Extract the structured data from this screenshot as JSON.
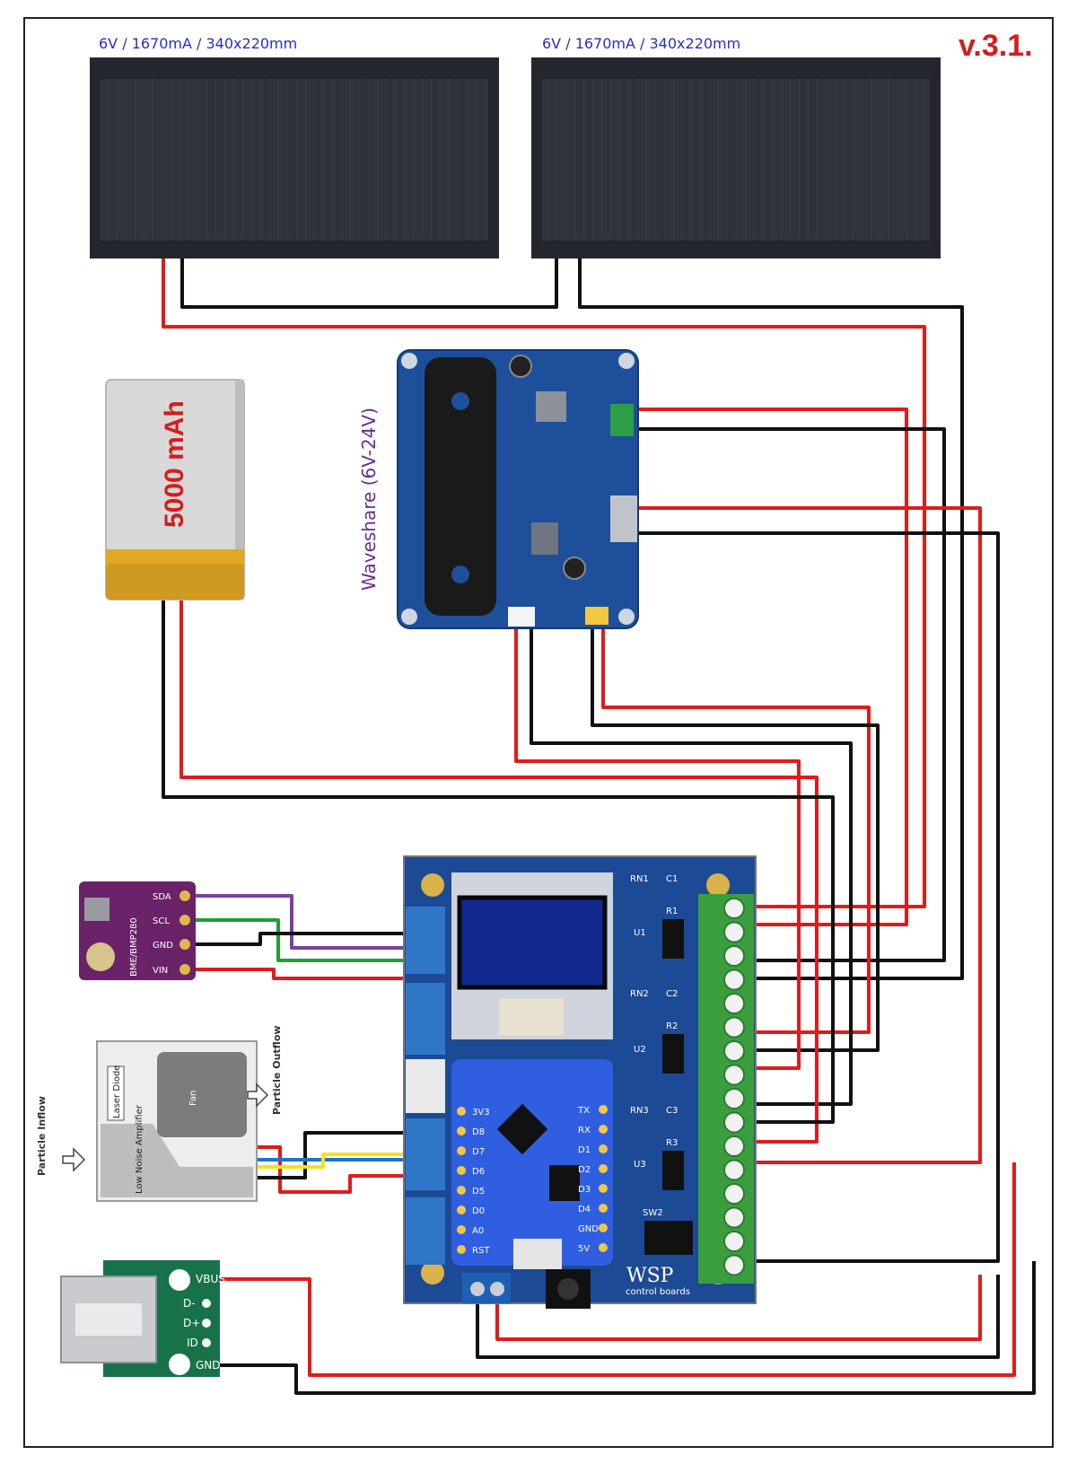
{
  "version": "v.3.1.",
  "solar_panels": [
    {
      "label": "6V / 1670mA / 340x220mm"
    },
    {
      "label": "6V / 1670mA / 340x220mm"
    }
  ],
  "battery": {
    "label": "5000 mAh"
  },
  "charger": {
    "label": "Waveshare (6V-24V)"
  },
  "sensor_bme": {
    "model": "BME/BMP280",
    "pins": [
      "SDA",
      "SCL",
      "GND",
      "VIN"
    ]
  },
  "particle_sensor": {
    "laser": "Laser Diode",
    "fan": "Fan",
    "amp": "Low Noise Amplifier",
    "inflow": "Particle Inflow",
    "outflow": "Particle Outflow"
  },
  "usb_breakout": {
    "pins": [
      "VBUS",
      "D-",
      "D+",
      "ID",
      "GND"
    ]
  },
  "control_board": {
    "brand": "WSP",
    "sub": "control boards",
    "components": [
      "RN1",
      "C1",
      "R1",
      "U1",
      "RN2",
      "C2",
      "R2",
      "U2",
      "RN3",
      "C3",
      "R3",
      "U3",
      "SW2"
    ],
    "left_pins": [
      "RST",
      "A0",
      "D0",
      "D5",
      "D6",
      "D7",
      "D8",
      "3V3"
    ],
    "right_pins": [
      "TX",
      "RX",
      "D1",
      "D2",
      "D3",
      "D4",
      "GND",
      "5V"
    ]
  },
  "wire_colors": {
    "positive": "#e11b1b",
    "negative": "#111111",
    "i2c_data": "#7b3fa0",
    "i2c_clock": "#1f9e3a",
    "serial_a": "#1e73c8",
    "serial_b": "#f2e21a"
  }
}
